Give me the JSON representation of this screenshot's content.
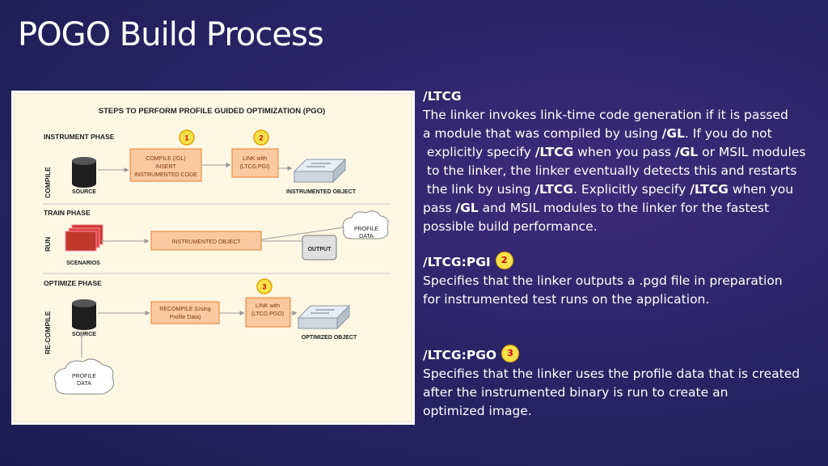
{
  "title": "POGO Build Process",
  "diagram": {
    "heading": "STEPS TO PERFORM PROFILE GUIDED OPTIMIZATION (PGO)",
    "instrument_phase": "INSTRUMENT PHASE",
    "train_phase": "TRAIN PHASE",
    "optimize_phase": "OPTIMIZE PHASE",
    "side_compile": "COMPILE",
    "side_run": "RUN",
    "side_recompile": "RE-COMPILE",
    "compile_box": [
      "COMPILE (/GL)",
      "INSERT",
      "INSTRUMENTED CODE"
    ],
    "link_box": [
      "LINK with",
      "(LTCG:PGI)"
    ],
    "source": "SOURCE",
    "instrumented_object": "INSTRUMENTED OBJECT",
    "instrumented_object_box": "INSTRUMENTED OBJECT",
    "scenarios": "SCENARIOS",
    "output": "OUTPUT",
    "profile_data": [
      "PROFILE",
      "DATA"
    ],
    "recompile_box": [
      "RECOMPILE (Using",
      "Profile Data)"
    ],
    "link_pgo_box": [
      "LINK with",
      "(LTCG:PGO)"
    ],
    "source2": "SOURCE",
    "optimized_object": "OPTIMIZED OBJECT",
    "profile_data2": [
      "PROFILE",
      "DATA"
    ],
    "badge1": "1",
    "badge2": "2",
    "badge3": "3",
    "colors": {
      "box_fill": "#fbc9a0",
      "box_stroke": "#e87f2e",
      "badge_fill": "#f6e14a",
      "panel": "#fdf7e4"
    }
  },
  "notes": {
    "ltcg_head": "/LTCG",
    "ltcg_lines": [
      [
        "The linker invokes link-time code generation if it is passed"
      ],
      [
        "a module that was compiled by using ",
        "/GL",
        ". If you do not"
      ],
      [
        " explicitly specify ",
        "/LTCG",
        " when you pass ",
        "/GL",
        " or MSIL modules"
      ],
      [
        " to the linker, the linker eventually detects this and restarts"
      ],
      [
        " the link by using ",
        "/LTCG",
        ". Explicitly specify ",
        "/LTCG",
        " when you"
      ],
      [
        "pass ",
        "/GL",
        " and MSIL modules to the linker for the fastest"
      ],
      [
        "possible build performance."
      ]
    ],
    "pgi_head": "/LTCG:PGI",
    "pgi_badge": "2",
    "pgi_lines": [
      "Specifies that the linker outputs a .pgd file in preparation",
      "for instrumented test runs on the application."
    ],
    "pgo_head": "/LTCG:PGO",
    "pgo_badge": "3",
    "pgo_lines": [
      "Specifies that the linker uses the profile data that is created",
      "after the instrumented binary is run to create an",
      "optimized image."
    ]
  }
}
